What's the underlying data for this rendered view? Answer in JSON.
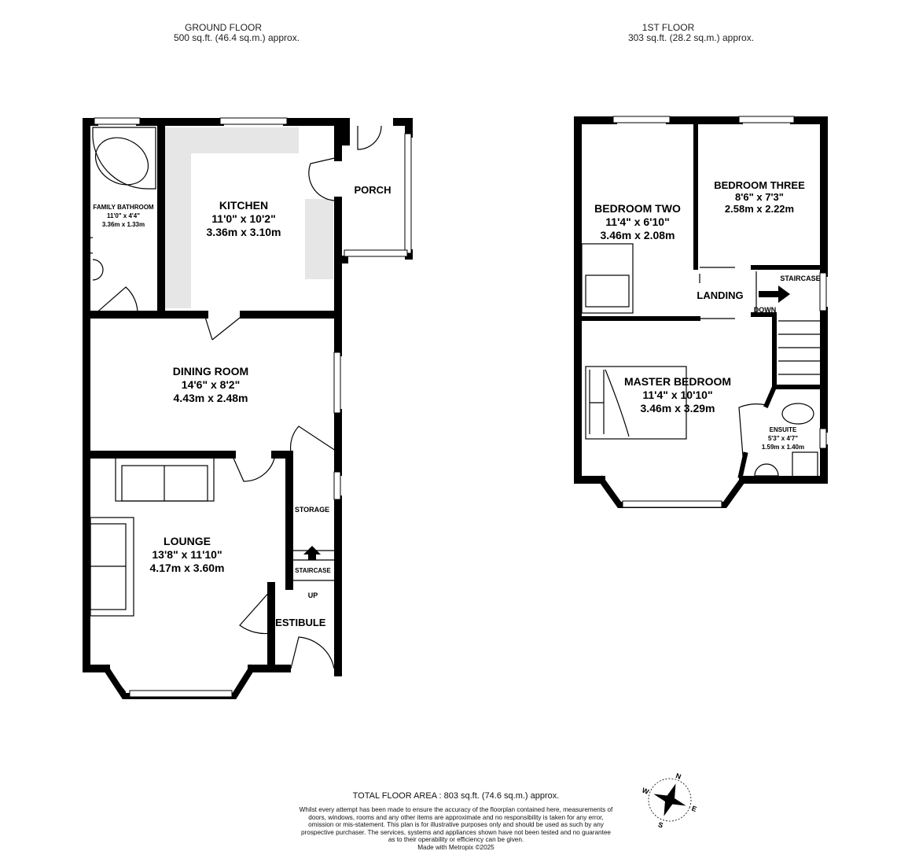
{
  "ground_floor": {
    "title": "GROUND FLOOR",
    "area": "500 sq.ft. (46.4 sq.m.) approx.",
    "rooms": {
      "bathroom": {
        "name": "FAMILY BATHROOM",
        "imperial": "11'0\" x 4'4\"",
        "metric": "3.36m x 1.33m"
      },
      "kitchen": {
        "name": "KITCHEN",
        "imperial": "11'0\"  x 10'2\"",
        "metric": "3.36m  x 3.10m"
      },
      "porch": {
        "name": "PORCH"
      },
      "dining": {
        "name": "DINING ROOM",
        "imperial": "14'6\"  x 8'2\"",
        "metric": "4.43m  x 2.48m"
      },
      "lounge": {
        "name": "LOUNGE",
        "imperial": "13'8\"  x 11'10\"",
        "metric": "4.17m  x 3.60m"
      },
      "storage": {
        "name": "STORAGE"
      },
      "staircase": {
        "name": "STAIRCASE",
        "direction": "UP"
      },
      "vestibule": {
        "name": "VESTIBULE"
      }
    }
  },
  "first_floor": {
    "title": "1ST FLOOR",
    "area": "303 sq.ft. (28.2 sq.m.) approx.",
    "rooms": {
      "bedroom_two": {
        "name": "BEDROOM TWO",
        "imperial": "11'4\"  x 6'10\"",
        "metric": "3.46m  x 2.08m"
      },
      "bedroom_three": {
        "name": "BEDROOM THREE",
        "imperial": "8'6\"  x 7'3\"",
        "metric": "2.58m  x 2.22m"
      },
      "landing": {
        "name": "LANDING"
      },
      "staircase": {
        "name": "STAIRCASE",
        "direction": "DOWN"
      },
      "master": {
        "name": "MASTER BEDROOM",
        "imperial": "11'4\"  x 10'10\"",
        "metric": "3.46m  x 3.29m"
      },
      "ensuite": {
        "name": "ENSUITE",
        "imperial": "5'3\"  x 4'7\"",
        "metric": "1.59m  x 1.40m"
      }
    }
  },
  "footer": {
    "total": "TOTAL FLOOR AREA : 803 sq.ft. (74.6 sq.m.) approx.",
    "disclaimer": "Whilst every attempt has been made to ensure the accuracy of the floorplan contained here, measurements of doors, windows, rooms and any other items are approximate and no responsibility is taken for any error, omission or mis-statement. This plan is for illustrative purposes only and should be used as such by any prospective purchaser. The services, systems and appliances shown have not been tested and no guarantee as to their operability or efficiency can be given.",
    "credit": "Made with Metropix ©2025"
  },
  "compass": {
    "icon": "compass-rose-icon",
    "labels": [
      "N",
      "E",
      "S",
      "W"
    ]
  }
}
